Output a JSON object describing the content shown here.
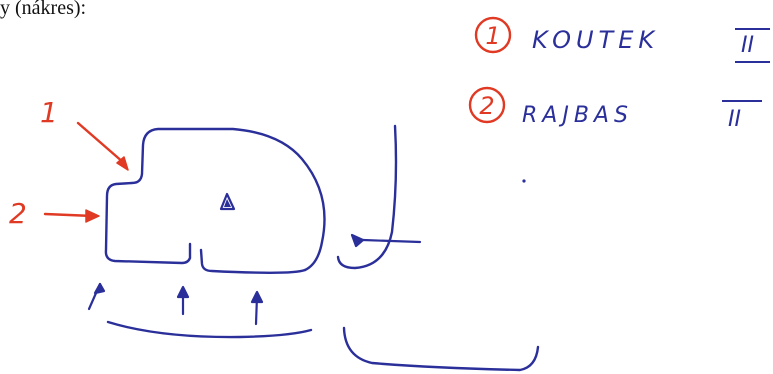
{
  "header_fragment": "y (nákres):",
  "legend": {
    "items": [
      {
        "number": "1",
        "label": "KOUTEK",
        "value": "II"
      },
      {
        "number": "2",
        "label": "RAJBAS",
        "value": "II"
      }
    ]
  },
  "callouts": {
    "one": "1",
    "two": "2"
  },
  "colors": {
    "red": "#e03a24",
    "blue": "#2a2f9a",
    "text": "#111111"
  }
}
